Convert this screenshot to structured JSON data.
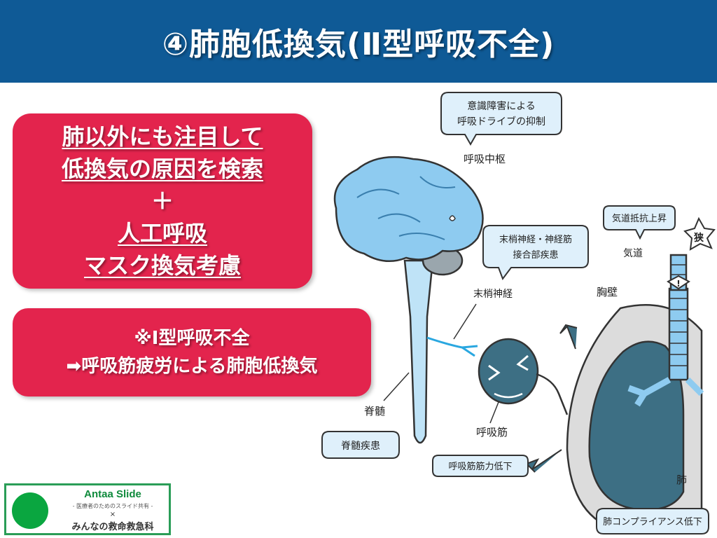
{
  "header": {
    "title": "④肺胞低換気(Ⅱ型呼吸不全)"
  },
  "box1": {
    "lines": [
      "肺以外にも注目して",
      "低換気の原因を検索",
      "＋",
      "人工呼吸",
      "マスク換気考慮"
    ]
  },
  "box2": {
    "lines": [
      "※Ⅰ型呼吸不全",
      "➡呼吸筋疲労による肺胞低換気"
    ]
  },
  "logo": {
    "brand": "Antaa Slide",
    "subtitle": "- 医療者のためのスライド共有 -",
    "times": "×",
    "team": "みんなの救命救急科"
  },
  "illustration": {
    "bubble_center": [
      "意識障害による",
      "呼吸ドライブの抑制"
    ],
    "label_center": "呼吸中枢",
    "bubble_airway": "気道抵抗上昇",
    "label_airway": "気道",
    "badge_narrow": "狭",
    "bubble_nerve": [
      "末梢神経・神経筋",
      "接合部疾患"
    ],
    "label_nerve": "末梢神経",
    "label_chestwall": "胸壁",
    "label_spine": "脊髄",
    "bubble_spine": "脊髄疾患",
    "label_muscle": "呼吸筋",
    "bubble_muscle": "呼吸筋筋力低下",
    "label_lung": "肺",
    "bubble_lung": "肺コンプライアンス低下"
  },
  "colors": {
    "header_bg": "#0f5a96",
    "box_bg": "#e3244d",
    "brain": "#8ecbf0",
    "lung": "#3d6f84",
    "bubble": "#dff0fb"
  }
}
